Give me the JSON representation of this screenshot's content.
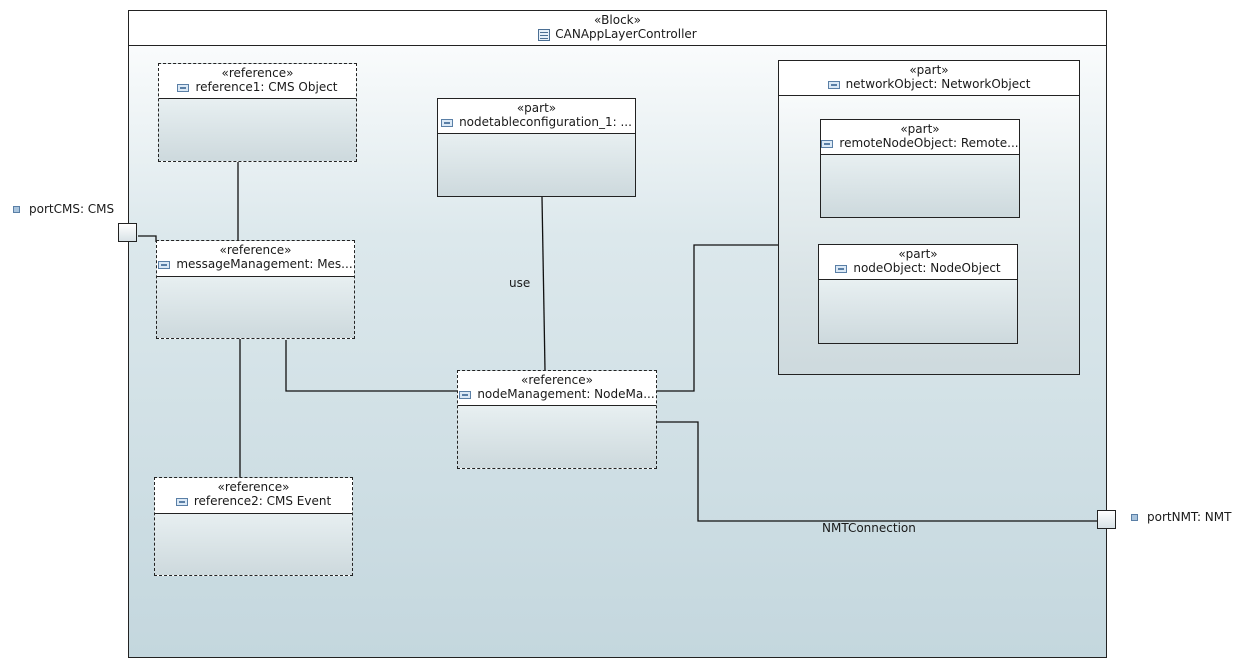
{
  "block": {
    "stereotype": "«Block»",
    "name": "CANAppLayerController",
    "icon": "block-icon"
  },
  "ports": {
    "left": {
      "label": "portCMS: CMS",
      "icon": "port-icon"
    },
    "right": {
      "label": "portNMT: NMT",
      "icon": "port-icon"
    }
  },
  "parts": {
    "reference1": {
      "stereotype": "«reference»",
      "name": "reference1: CMS Object"
    },
    "messageManagement": {
      "stereotype": "«reference»",
      "name": "messageManagement: Mes..."
    },
    "reference2": {
      "stereotype": "«reference»",
      "name": "reference2: CMS Event"
    },
    "nodetableconfiguration": {
      "stereotype": "«part»",
      "name": "nodetableconfiguration_1: ..."
    },
    "nodeManagement": {
      "stereotype": "«reference»",
      "name": "nodeManagement: NodeMa..."
    },
    "networkObject": {
      "stereotype": "«part»",
      "name": "networkObject: NetworkObject"
    },
    "remoteNodeObject": {
      "stereotype": "«part»",
      "name": "remoteNodeObject: Remote..."
    },
    "nodeObject": {
      "stereotype": "«part»",
      "name": "nodeObject: NodeObject"
    }
  },
  "connectors": {
    "use_label": "use",
    "nmt_label": "NMTConnection"
  }
}
